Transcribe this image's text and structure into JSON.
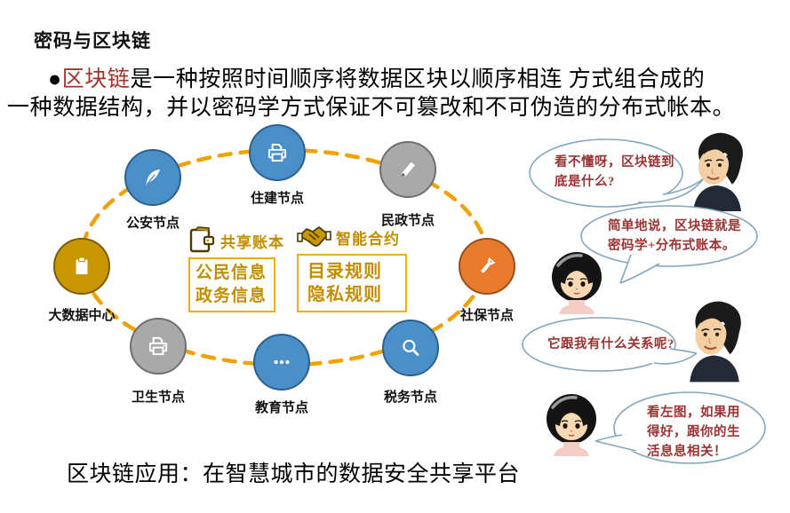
{
  "slide": {
    "title": "密码与区块链",
    "intro": {
      "bullet": "●",
      "highlight": "区块链",
      "line1_rest": "是一种按照时间顺序将数据区块以顺序相连 方式组合成的",
      "line2": "一种数据结构，并以密码学方式保证不可篡改和不可伪造的分布式帐本。"
    },
    "footer": "区块链应用：在智慧城市的数据安全共享平台"
  },
  "diagram": {
    "nodes": [
      {
        "label": "公安节点",
        "icon": "feather-icon",
        "color": "#4a8fc7"
      },
      {
        "label": "住建节点",
        "icon": "printer-icon",
        "color": "#4a8fc7"
      },
      {
        "label": "民政节点",
        "icon": "pencil-icon",
        "color": "#a9a9a9"
      },
      {
        "label": "社保节点",
        "icon": "flashlight-icon",
        "color": "#e87a2e"
      },
      {
        "label": "税务节点",
        "icon": "magnifier-icon",
        "color": "#4a8fc7"
      },
      {
        "label": "教育节点",
        "icon": "ellipsis-icon",
        "color": "#4a8fc7"
      },
      {
        "label": "卫生节点",
        "icon": "printer-icon",
        "color": "#a9a9a9"
      },
      {
        "label": "大数据中心",
        "icon": "clipboard-icon",
        "color": "#c79600"
      }
    ],
    "shared_ledger": {
      "title": "共享账本",
      "icon": "ledger-icon",
      "items": [
        "公民信息",
        "政务信息"
      ]
    },
    "smart_contract": {
      "title": "智能合约",
      "icon": "handshake-icon",
      "items": [
        "目录规则",
        "隐私规则"
      ]
    }
  },
  "conversation": [
    {
      "speaker": "boy",
      "text": "看不懂呀，区块链到底是什么?"
    },
    {
      "speaker": "girl",
      "text": "简单地说，区块链就是密码学+分布式账本。"
    },
    {
      "speaker": "boy",
      "text": "它跟我有什么关系呢?"
    },
    {
      "speaker": "girl",
      "text": "看左图，如果用得好，跟你的生活息息相关！"
    }
  ],
  "colors": {
    "node_blue": "#4a8fc7",
    "node_gray": "#a9a9a9",
    "node_orange": "#e87a2e",
    "node_gold": "#c79600",
    "ring_dash": "#f0a202",
    "gold_text": "#c28e00",
    "gold_border": "#efaf00",
    "bubble_border": "#84a7bd",
    "bubble_text": "#9b3333",
    "highlight_red": "#a2332d"
  }
}
